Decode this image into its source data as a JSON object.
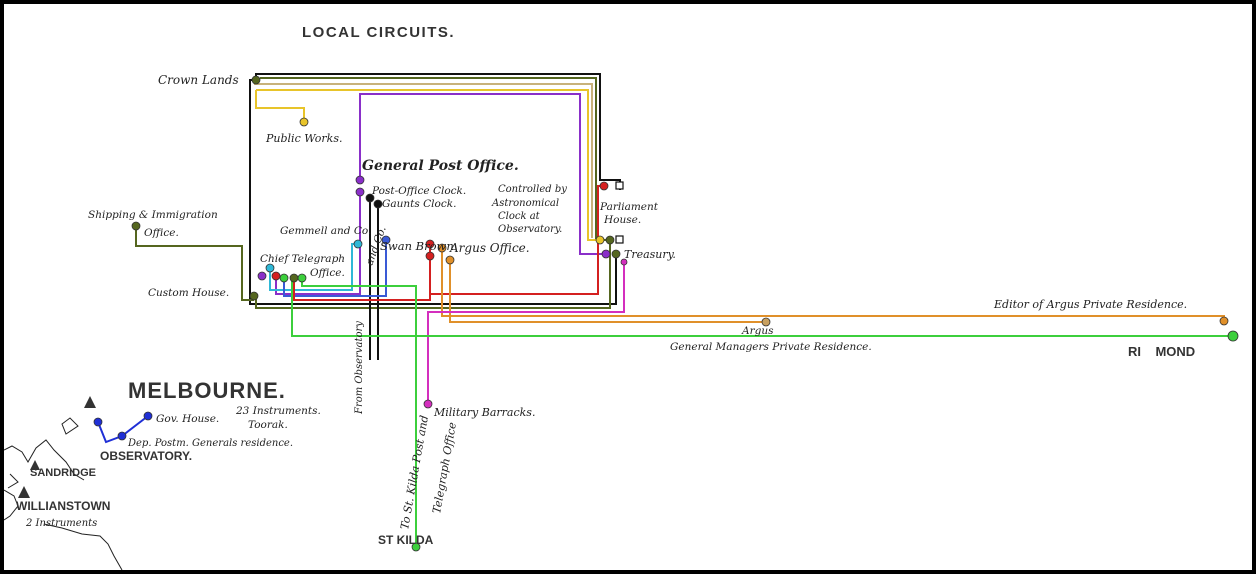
{
  "title": "LOCAL CIRCUITS.",
  "city": "MELBOURNE.",
  "colors": {
    "black": "#111111",
    "olive": "#55661f",
    "yellow": "#e8c42a",
    "purple": "#8a2fc9",
    "red": "#d42020",
    "orange": "#e0902a",
    "green": "#3ccf3c",
    "blue": "#1f2fd6",
    "cyan": "#2fb8d6",
    "magenta": "#d42fbe",
    "tan": "#c8b27a"
  },
  "labels": {
    "crown_lands": "Crown Lands",
    "public_works": "Public Works.",
    "general_post_office": "General Post Office.",
    "post_office_clock": "Post-Office Clock.",
    "gaunts_clock": "Gaunts Clock.",
    "controlled_by": "Controlled by",
    "astronomical": "Astronomical",
    "clock_at": "Clock at",
    "observatory_lbl": "Observatory.",
    "parliament": "Parliament",
    "house": "House.",
    "treasury": "Treasury.",
    "shipping": "Shipping & Immigration",
    "office": "Office.",
    "gemmell": "Gemmell and Co.",
    "swan_brown": "Swan Brown",
    "and_co": "and Co.",
    "argus_office": "Argus Office.",
    "chief_telegraph": "Chief Telegraph",
    "telegraph_office": "Office.",
    "custom_house": "Custom House.",
    "editor_argus": "Editor of Argus Private Residence.",
    "argus": "Argus",
    "general_managers": "General Managers Private Residence.",
    "richmond": "RI    MOND",
    "from_observatory": "From Observatory",
    "st_kilda_post": "To St. Kilda Post and",
    "telegraph_office_v": "Telegraph Office",
    "military_barracks": "Military Barracks.",
    "instruments_23": "23 Instruments.",
    "toorak": "Toorak.",
    "govt_house": "Gov. House.",
    "deputy_pm": "Dep. Postm. Generals residence.",
    "observatory": "OBSERVATORY.",
    "sandridge": "SANDRIDGE",
    "williamstown": "WILLIANSTOWN",
    "williamstown_instr": "2 Instruments",
    "st_kilda": "ST KILDA"
  }
}
